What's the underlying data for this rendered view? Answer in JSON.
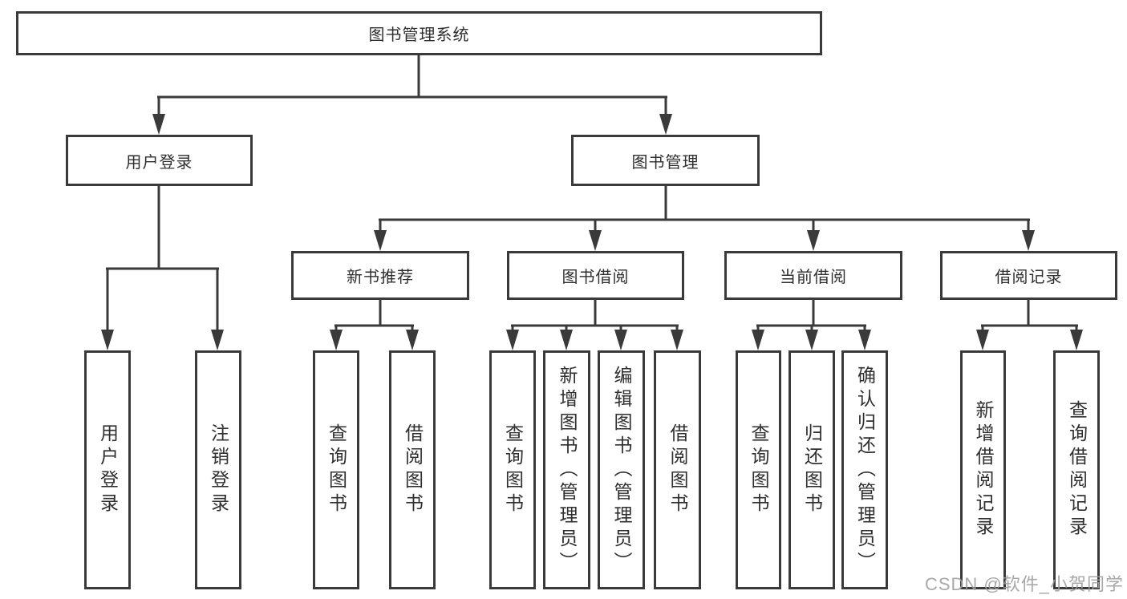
{
  "colors": {
    "line": "#3a3a3a",
    "node_border": "#3a3a3a",
    "text": "#2f2f2f",
    "background": "#ffffff",
    "watermark": "#9e9e9e"
  },
  "watermark": {
    "text": "CSDN @软件_小贺同学"
  },
  "tree": {
    "root": {
      "label": "图书管理系统",
      "children": [
        {
          "label": "用户登录",
          "children": [
            {
              "label": "用户登录"
            },
            {
              "label": "注销登录"
            }
          ]
        },
        {
          "label": "图书管理",
          "children": [
            {
              "label": "新书推荐",
              "children": [
                {
                  "label": "查询图书"
                },
                {
                  "label": "借阅图书"
                }
              ]
            },
            {
              "label": "图书借阅",
              "children": [
                {
                  "label": "查询图书"
                },
                {
                  "label": "新增图书（管理员）"
                },
                {
                  "label": "编辑图书（管理员）"
                },
                {
                  "label": "借阅图书"
                }
              ]
            },
            {
              "label": "当前借阅",
              "children": [
                {
                  "label": "查询图书"
                },
                {
                  "label": "归还图书"
                },
                {
                  "label": "确认归还（管理员）"
                }
              ]
            },
            {
              "label": "借阅记录",
              "children": [
                {
                  "label": "新增借阅记录"
                },
                {
                  "label": "查询借阅记录"
                }
              ]
            }
          ]
        }
      ]
    }
  }
}
